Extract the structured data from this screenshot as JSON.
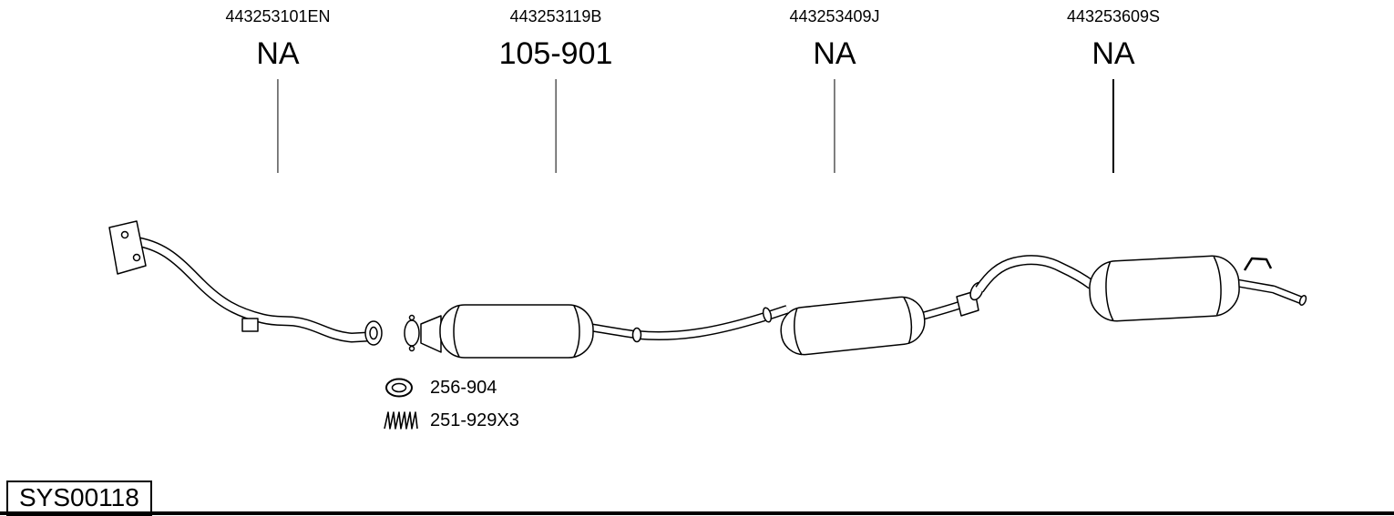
{
  "diagram": {
    "system_id": "SYS00118",
    "columns": [
      {
        "oem": "443253101EN",
        "part": "NA"
      },
      {
        "oem": "443253119B",
        "part": "105-901"
      },
      {
        "oem": "443253409J",
        "part": "NA"
      },
      {
        "oem": "443253609S",
        "part": "NA"
      }
    ],
    "accessories": [
      {
        "icon": "gasket-icon",
        "part": "256-904"
      },
      {
        "icon": "spring-icon",
        "part": "251-929X3"
      }
    ],
    "colors": {
      "line": "#000000",
      "background": "#ffffff"
    }
  }
}
